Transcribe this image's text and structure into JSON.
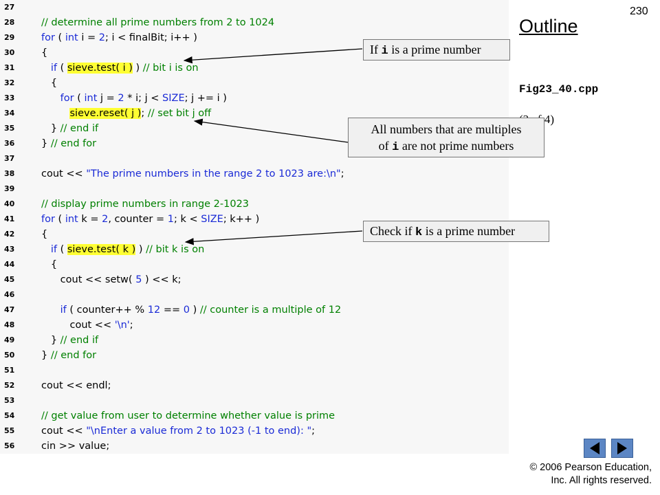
{
  "page_number": "230",
  "outline_title": "Outline",
  "figure_file": "Fig23_40.cpp",
  "page_of": "(3 of 4)",
  "code_lines": [
    {
      "num": "27",
      "tokens": []
    },
    {
      "num": "28",
      "tokens": [
        {
          "t": "c",
          "v": "// determine all prime numbers from 2 to 1024"
        }
      ]
    },
    {
      "num": "29",
      "tokens": [
        {
          "t": "k",
          "v": "for"
        },
        {
          "t": "p",
          "v": " ( "
        },
        {
          "t": "k",
          "v": "int"
        },
        {
          "t": "p",
          "v": " i = "
        },
        {
          "t": "n",
          "v": "2"
        },
        {
          "t": "p",
          "v": "; i < finalBit; i++ )"
        }
      ]
    },
    {
      "num": "30",
      "tokens": [
        {
          "t": "p",
          "v": "{"
        }
      ]
    },
    {
      "num": "31",
      "tokens": [
        {
          "t": "p",
          "v": "   "
        },
        {
          "t": "k",
          "v": "if"
        },
        {
          "t": "p",
          "v": " ( "
        },
        {
          "t": "h",
          "v": "sieve.test( i )"
        },
        {
          "t": "p",
          "v": " ) "
        },
        {
          "t": "c",
          "v": "// bit i is on"
        }
      ]
    },
    {
      "num": "32",
      "tokens": [
        {
          "t": "p",
          "v": "   {"
        }
      ]
    },
    {
      "num": "33",
      "tokens": [
        {
          "t": "p",
          "v": "      "
        },
        {
          "t": "k",
          "v": "for"
        },
        {
          "t": "p",
          "v": " ( "
        },
        {
          "t": "k",
          "v": "int"
        },
        {
          "t": "p",
          "v": " j = "
        },
        {
          "t": "n",
          "v": "2"
        },
        {
          "t": "p",
          "v": " * i; j < "
        },
        {
          "t": "k",
          "v": "SIZE"
        },
        {
          "t": "p",
          "v": "; j += i )"
        }
      ]
    },
    {
      "num": "34",
      "tokens": [
        {
          "t": "p",
          "v": "         "
        },
        {
          "t": "h",
          "v": "sieve.reset( j )"
        },
        {
          "t": "p",
          "v": "; "
        },
        {
          "t": "c",
          "v": "// set bit j off"
        }
      ]
    },
    {
      "num": "35",
      "tokens": [
        {
          "t": "p",
          "v": "   } "
        },
        {
          "t": "c",
          "v": "// end if"
        }
      ]
    },
    {
      "num": "36",
      "tokens": [
        {
          "t": "p",
          "v": "} "
        },
        {
          "t": "c",
          "v": "// end for"
        }
      ]
    },
    {
      "num": "37",
      "tokens": []
    },
    {
      "num": "38",
      "tokens": [
        {
          "t": "p",
          "v": "cout << "
        },
        {
          "t": "s",
          "v": "\"The prime numbers in the range 2 to 1023 are:\\n\""
        },
        {
          "t": "p",
          "v": ";"
        }
      ]
    },
    {
      "num": "39",
      "tokens": []
    },
    {
      "num": "40",
      "tokens": [
        {
          "t": "c",
          "v": "// display prime numbers in range 2-1023"
        }
      ]
    },
    {
      "num": "41",
      "tokens": [
        {
          "t": "k",
          "v": "for"
        },
        {
          "t": "p",
          "v": " ( "
        },
        {
          "t": "k",
          "v": "int"
        },
        {
          "t": "p",
          "v": " k = "
        },
        {
          "t": "n",
          "v": "2"
        },
        {
          "t": "p",
          "v": ", counter = "
        },
        {
          "t": "n",
          "v": "1"
        },
        {
          "t": "p",
          "v": "; k < "
        },
        {
          "t": "k",
          "v": "SIZE"
        },
        {
          "t": "p",
          "v": "; k++ )"
        }
      ]
    },
    {
      "num": "42",
      "tokens": [
        {
          "t": "p",
          "v": "{"
        }
      ]
    },
    {
      "num": "43",
      "tokens": [
        {
          "t": "p",
          "v": "   "
        },
        {
          "t": "k",
          "v": "if"
        },
        {
          "t": "p",
          "v": " ( "
        },
        {
          "t": "h",
          "v": "sieve.test( k )"
        },
        {
          "t": "p",
          "v": " ) "
        },
        {
          "t": "c",
          "v": "// bit k is on"
        }
      ]
    },
    {
      "num": "44",
      "tokens": [
        {
          "t": "p",
          "v": "   {"
        }
      ]
    },
    {
      "num": "45",
      "tokens": [
        {
          "t": "p",
          "v": "      cout << setw( "
        },
        {
          "t": "n",
          "v": "5"
        },
        {
          "t": "p",
          "v": " ) << k;"
        }
      ]
    },
    {
      "num": "46",
      "tokens": []
    },
    {
      "num": "47",
      "tokens": [
        {
          "t": "p",
          "v": "      "
        },
        {
          "t": "k",
          "v": "if"
        },
        {
          "t": "p",
          "v": " ( counter++ % "
        },
        {
          "t": "n",
          "v": "12"
        },
        {
          "t": "p",
          "v": " == "
        },
        {
          "t": "n",
          "v": "0"
        },
        {
          "t": "p",
          "v": " ) "
        },
        {
          "t": "c",
          "v": "// counter is a multiple of 12"
        }
      ]
    },
    {
      "num": "48",
      "tokens": [
        {
          "t": "p",
          "v": "         cout << "
        },
        {
          "t": "s",
          "v": "'\\n'"
        },
        {
          "t": "p",
          "v": ";"
        }
      ]
    },
    {
      "num": "49",
      "tokens": [
        {
          "t": "p",
          "v": "   } "
        },
        {
          "t": "c",
          "v": "// end if"
        }
      ]
    },
    {
      "num": "50",
      "tokens": [
        {
          "t": "p",
          "v": "} "
        },
        {
          "t": "c",
          "v": "// end for"
        }
      ]
    },
    {
      "num": "51",
      "tokens": []
    },
    {
      "num": "52",
      "tokens": [
        {
          "t": "p",
          "v": "cout << endl;"
        }
      ]
    },
    {
      "num": "53",
      "tokens": []
    },
    {
      "num": "54",
      "tokens": [
        {
          "t": "c",
          "v": "// get value from user to determine whether value is prime"
        }
      ]
    },
    {
      "num": "55",
      "tokens": [
        {
          "t": "p",
          "v": "cout << "
        },
        {
          "t": "s",
          "v": "\"\\nEnter a value from 2 to 1023 (-1 to end): \""
        },
        {
          "t": "p",
          "v": ";"
        }
      ]
    },
    {
      "num": "56",
      "tokens": [
        {
          "t": "p",
          "v": "cin >> value;"
        }
      ]
    }
  ],
  "callouts": {
    "c1": {
      "pre": "If ",
      "code": "i",
      "post": " is a prime number"
    },
    "c2": {
      "line1": "All numbers that are multiples",
      "pre": "of ",
      "code": "i",
      "post": " are not prime numbers"
    },
    "c3": {
      "pre": "Check if ",
      "code": "k",
      "post": " is a prime number"
    }
  },
  "footer": {
    "line1": "© 2006 Pearson Education,",
    "line2": "Inc.  All rights reserved."
  },
  "colors": {
    "code_background": "#f7f7f7",
    "comment": "#008000",
    "keyword": "#1a2ad6",
    "highlight": "#ffff33",
    "nav_button": "#5c86c4"
  },
  "icons": {
    "nav_back": "left-triangle-icon",
    "nav_forward": "right-triangle-icon"
  }
}
